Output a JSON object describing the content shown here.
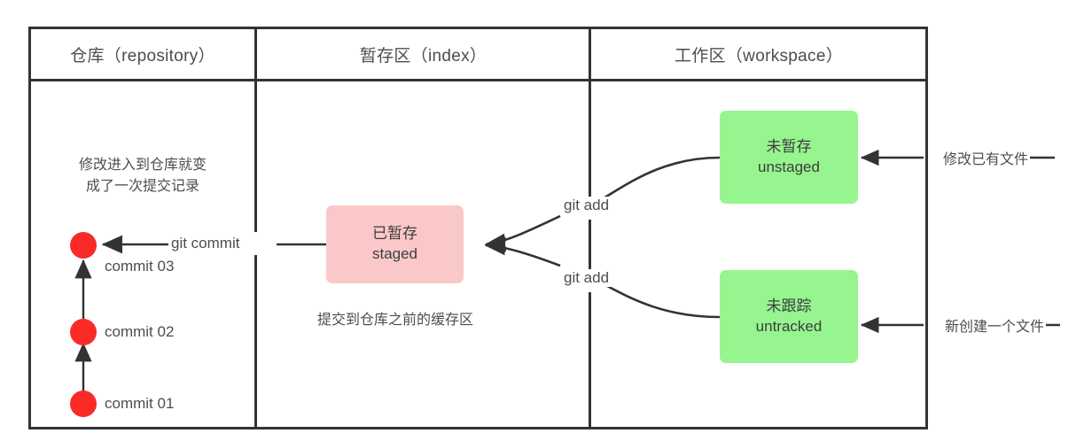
{
  "diagram": {
    "title_columns": [
      {
        "name": "repository",
        "label": "仓库（repository）"
      },
      {
        "name": "index",
        "label": "暂存区（index）"
      },
      {
        "name": "workspace",
        "label": "工作区（workspace）"
      }
    ],
    "repository": {
      "note": {
        "line1": "修改进入到仓库就变",
        "line2": "成了一次提交记录"
      },
      "commits": [
        {
          "id": "commit-03",
          "label": "commit  03"
        },
        {
          "id": "commit-02",
          "label": "commit  02"
        },
        {
          "id": "commit-01",
          "label": "commit  01"
        }
      ],
      "node_color": "#fa2a28"
    },
    "index": {
      "box": {
        "cn": "已暂存",
        "en": "staged",
        "color": "#fac8c8"
      },
      "caption": "提交到仓库之前的缓存区"
    },
    "workspace": {
      "boxes": [
        {
          "id": "unstaged",
          "cn": "未暂存",
          "en": "unstaged",
          "color": "#96f58f"
        },
        {
          "id": "untracked",
          "cn": "未跟踪",
          "en": "untracked",
          "color": "#96f58f"
        }
      ],
      "annotations": [
        {
          "id": "modify-existing-file",
          "label": "修改已有文件"
        },
        {
          "id": "create-new-file",
          "label": "新创建一个文件"
        }
      ]
    },
    "edges": [
      {
        "id": "git-commit",
        "label": "git commit",
        "from": "staged",
        "to": "commit-03"
      },
      {
        "id": "git-add-unstaged",
        "label": "git add",
        "from": "unstaged",
        "to": "staged"
      },
      {
        "id": "git-add-untracked",
        "label": "git add",
        "from": "untracked",
        "to": "staged"
      }
    ],
    "stroke_color": "#333333"
  }
}
